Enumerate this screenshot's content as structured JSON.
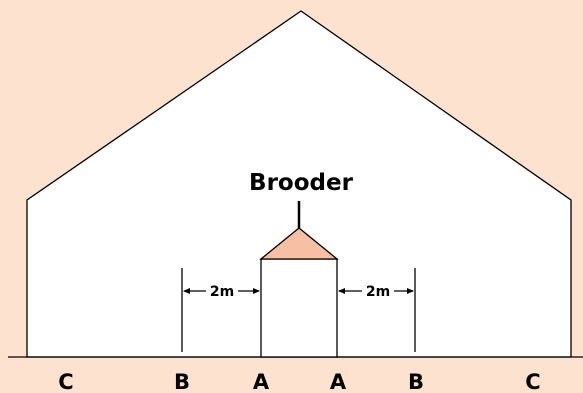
{
  "diagram": {
    "title": "Brooder",
    "distance_left": "2m",
    "distance_right": "2m",
    "zone_labels": [
      "C",
      "B",
      "A",
      "A",
      "B",
      "C"
    ],
    "colors": {
      "background": "#fde3cf",
      "house_fill": "#ffffff",
      "brooder_hood": "#f7bfa3",
      "outline": "#000000"
    }
  }
}
